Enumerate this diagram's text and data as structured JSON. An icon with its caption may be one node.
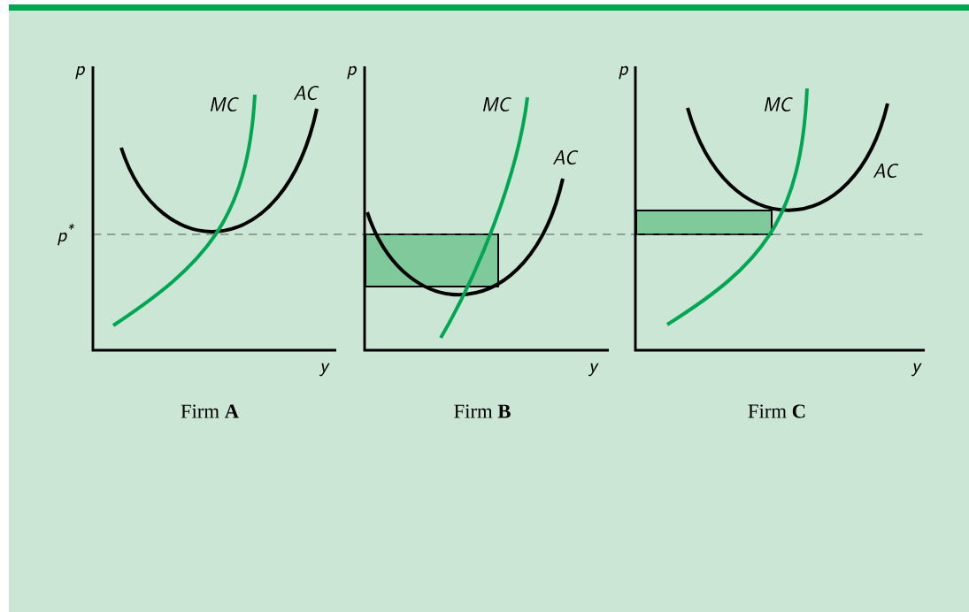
{
  "diagram": {
    "labels": [
      "p",
      "MC",
      "AC",
      "p$^{*}$",
      "y",
      "Firm **A**",
      "p",
      "MC",
      "AC",
      "y",
      "Firm **B**",
      "p",
      "MC",
      "AC",
      "y",
      "Firm **C**"
    ]
  }
}
